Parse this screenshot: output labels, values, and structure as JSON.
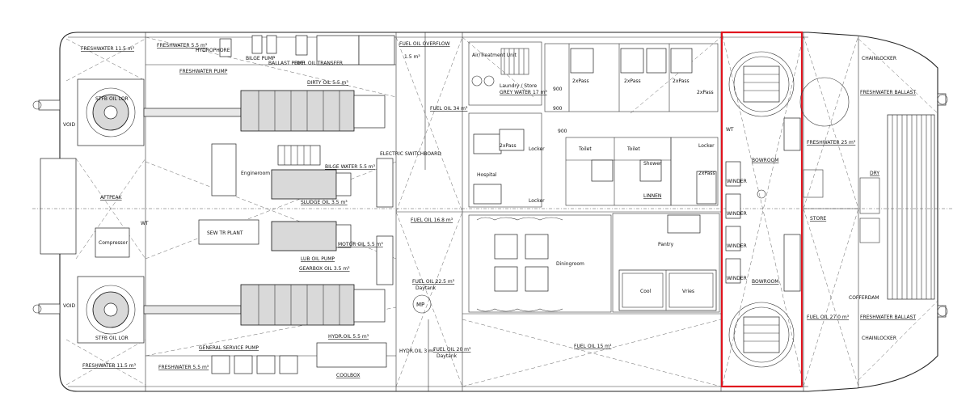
{
  "labels": {
    "freshwater_tl": "FRESHWATER  11.5 m³",
    "freshwater_t2": "FRESHWATER  5.5 m³",
    "hydrophore": "HYDROPHORE",
    "bilge_pump": "BILGE PUMP",
    "ballast_pump": "BALLAST PUMP",
    "fuel_oil_transfer": "FUEL OIL TRANSFER",
    "freshwater_pump": "FRESHWATER PUMP",
    "dirty_oil": "DIRTY OIL  5.5 m³",
    "fuel_oil_overflow": "FUEL OIL OVERFLOW",
    "overflow_val": "1.5 m³",
    "bilge_water": "BILGE WATER 5.5 m³",
    "sludge": "SLUDGE OIL 3.5 m³",
    "engineroom": "Engineroom",
    "aftpeak": "AFTPEAK",
    "sew_plant": "SEW TR PLANT",
    "compressor": "Compressor",
    "lub_oil_pump": "LUB OIL PUMP",
    "gearbox_oil": "GEARBOX OIL 3.5 m³",
    "motor_oil": "MOTOR OIL 5.5 m³",
    "elec_switchboard": "ELECTRIC SWITCHBOARD",
    "fuel_oil_16": "FUEL OIL 16.8 m³",
    "fuel_oil_22": "FUEL OIL 22.5 m³",
    "daytank": "Daytank",
    "mp": "MP",
    "hydr_oil_55": "HYDR.OIL 5.5 m³",
    "general_service_pump": "GENERAL SERVICE PUMP",
    "freshwater_bl": "FRESHWATER  11.5 m³",
    "freshwater_b2": "FRESHWATER  5.5 m³",
    "coolbox": "COOLBOX",
    "hydr_oil_3": "HYDR.OIL 3 m³",
    "fuel_oil_20": "FUEL OIL 20 m³",
    "daytank2": "Daytank",
    "fuel_oil_15": "FUEL OIL 15 m³",
    "fuel_oil_34": "FUEL OIL 34 m³",
    "void_top": "VOID",
    "void_bot": "VOID",
    "stfb_top": "STFB OIL LOR",
    "stfb_bot": "STFB OIL LOR",
    "treatment": "Air/Treatment Unit",
    "laundry": "Laundry / Store",
    "grey_water": "GREY WATER 17 m³",
    "twopass1": "2xPass",
    "twopass2": "2xPass",
    "twopass3": "2xPass",
    "twopass_left": "2xPass",
    "twopass_right": "2xPass",
    "locker1": "Locker",
    "locker2": "Locker",
    "locker3": "Locker",
    "hospital": "Hospital",
    "toilet1": "Toilet",
    "toilet2": "Toilet",
    "shower": "Shower",
    "linnen": "LINNEN",
    "diningroom": "Diningroom",
    "pantry": "Pantry",
    "cool": "Cool",
    "vries": "Vries",
    "wt1": "WT",
    "wt2": "WT",
    "dim900a": "900",
    "dim900b": "900",
    "dim900c": "900",
    "bowroom_top": "BOWROOM",
    "bowroom_bot": "BOWROOM",
    "chainlocker_top": "CHAINLOCKER",
    "chainlocker_bot": "CHAINLOCKER",
    "freshwater_ballast_top": "FRESHWATER BALLAST",
    "freshwater_ballast_bot": "FRESHWATER BALLAST",
    "freshwater_25": "FRESHWATER  25 m³",
    "dry": "DRY",
    "store": "STORE",
    "cofferdam": "COFFERDAM",
    "fuel_oil_27": "FUEL OIL 27.0 m³",
    "winder1": "WINDER",
    "winder2": "WINDER",
    "winder3": "WINDER",
    "winder4": "WINDER"
  },
  "colors": {
    "highlight": "#e0141e",
    "line": "#222222"
  },
  "icons": {
    "propeller": "propeller-icon",
    "anchor": "anchor-icon"
  }
}
